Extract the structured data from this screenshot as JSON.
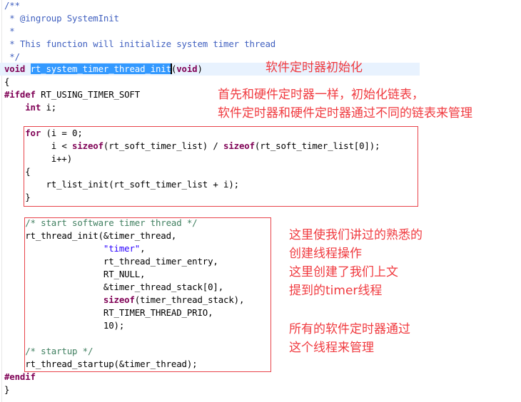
{
  "editor": {
    "doc_comment": {
      "open": "/**",
      "line_ingroup": " * @ingroup SystemInit",
      "line_blank": " *",
      "line_desc": " * This function will initialize system timer thread",
      "close": " */"
    },
    "signature": {
      "return_type": "void",
      "function_name": "rt_system_timer_thread_init",
      "params_open": "(",
      "params_kw": "void",
      "params_close": ")"
    },
    "open_brace": "{",
    "ifdef": {
      "kw": "#ifdef",
      "macro": " RT_USING_TIMER_SOFT"
    },
    "decl": {
      "kw": "int",
      "rest": " i;"
    },
    "for_block": {
      "line1_kw": "for",
      "line1_rest": " (i = 0;",
      "line2_a": "     i < ",
      "line2_kw1": "sizeof",
      "line2_b": "(rt_soft_timer_list) / ",
      "line2_kw2": "sizeof",
      "line2_c": "(rt_soft_timer_list[0]);",
      "line3": "     i++)",
      "line4": "{",
      "line5": "    rt_list_init(rt_soft_timer_list + i);",
      "line6": "}"
    },
    "thread_block": {
      "comment_start": "/* start software timer thread */",
      "init_call": "rt_thread_init(&timer_thread,",
      "arg_name": "\"timer\"",
      "arg_name_comma": ",",
      "arg_entry": "rt_thread_timer_entry,",
      "arg_param": "RT_NULL,",
      "arg_stack": "&timer_thread_stack[0],",
      "arg_size_kw": "sizeof",
      "arg_size_rest": "(timer_thread_stack),",
      "arg_prio": "RT_TIMER_THREAD_PRIO,",
      "arg_tick": "10);",
      "comment_startup": "/* startup */",
      "startup_call": "rt_thread_startup(&timer_thread);"
    },
    "endif": "#endif",
    "close_brace": "}"
  },
  "annotations": {
    "title_note": "软件定时器初始化",
    "list_note": "首先和硬件定时器一样，初始化链表，\n软件定时器和硬件定时器通过不同的链表来管理",
    "thread_note": "这里使我们讲过的熟悉的\n创建线程操作\n这里创建了我们上文\n提到的timer线程",
    "manage_note": "所有的软件定时器通过\n这个线程来管理"
  },
  "colors": {
    "keyword": "#7f0055",
    "comment": "#3f7f5f",
    "doc_comment": "#3f5fbf",
    "string": "#2a00ff",
    "selection": "#3399ff",
    "current_line": "#e8f2fe",
    "annotation_red": "#f03a3f"
  }
}
